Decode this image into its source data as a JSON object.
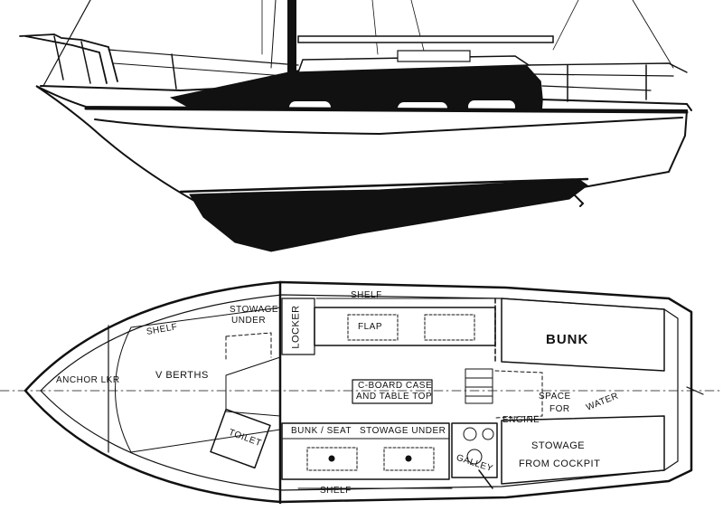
{
  "plan_labels": {
    "anchor_locker": "ANCHOR LKR",
    "v_berths": "V BERTHS",
    "shelf_fwd": "SHELF",
    "stowage_under_1": "STOWAGE",
    "stowage_under_2": "UNDER",
    "locker": "LOCKER",
    "shelf_top": "SHELF",
    "flap": "FLAP",
    "bunk": "BUNK",
    "cboard_1": "C-BOARD CASE",
    "cboard_2": "AND TABLE TOP",
    "space": "SPACE",
    "for": "FOR",
    "water": "WATER",
    "engine": "ENGINE",
    "toilet": "TOILET",
    "bunk_seat": "BUNK / SEAT",
    "stowage_under_long": "STOWAGE UNDER",
    "galley": "GALLEY",
    "stowage_cockpit_1": "STOWAGE",
    "stowage_cockpit_2": "FROM COCKPIT",
    "shelf_bottom": "SHELF"
  },
  "colors": {
    "ink": "#111111",
    "paper": "#ffffff"
  }
}
